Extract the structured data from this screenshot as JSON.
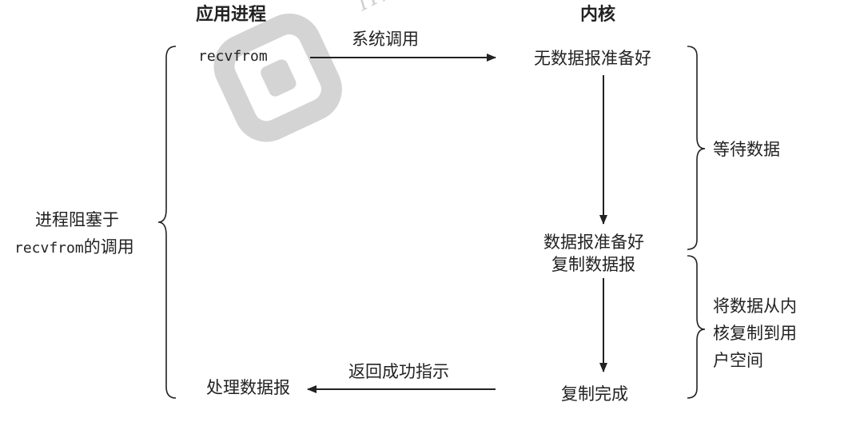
{
  "headers": {
    "app": "应用进程",
    "kernel": "内核"
  },
  "app_side": {
    "call": "recvfrom",
    "process_data": "处理数据报",
    "blocked_line1": "进程阻塞于",
    "blocked_mono": "recvfrom",
    "blocked_suffix": "的调用"
  },
  "arrows": {
    "syscall": "系统调用",
    "return": "返回成功指示"
  },
  "kernel_side": {
    "no_data": "无数据报准备好",
    "ready": "数据报准备好",
    "copy": "复制数据报",
    "done": "复制完成"
  },
  "braces": {
    "wait": "等待数据",
    "copy_line1": "将数据从内",
    "copy_line2": "核复制到用",
    "copy_line3": "户空间"
  },
  "watermark": {
    "text": "IT人的高薪职"
  },
  "colors": {
    "ink": "#222222",
    "watermark": "#cfcfcf"
  }
}
